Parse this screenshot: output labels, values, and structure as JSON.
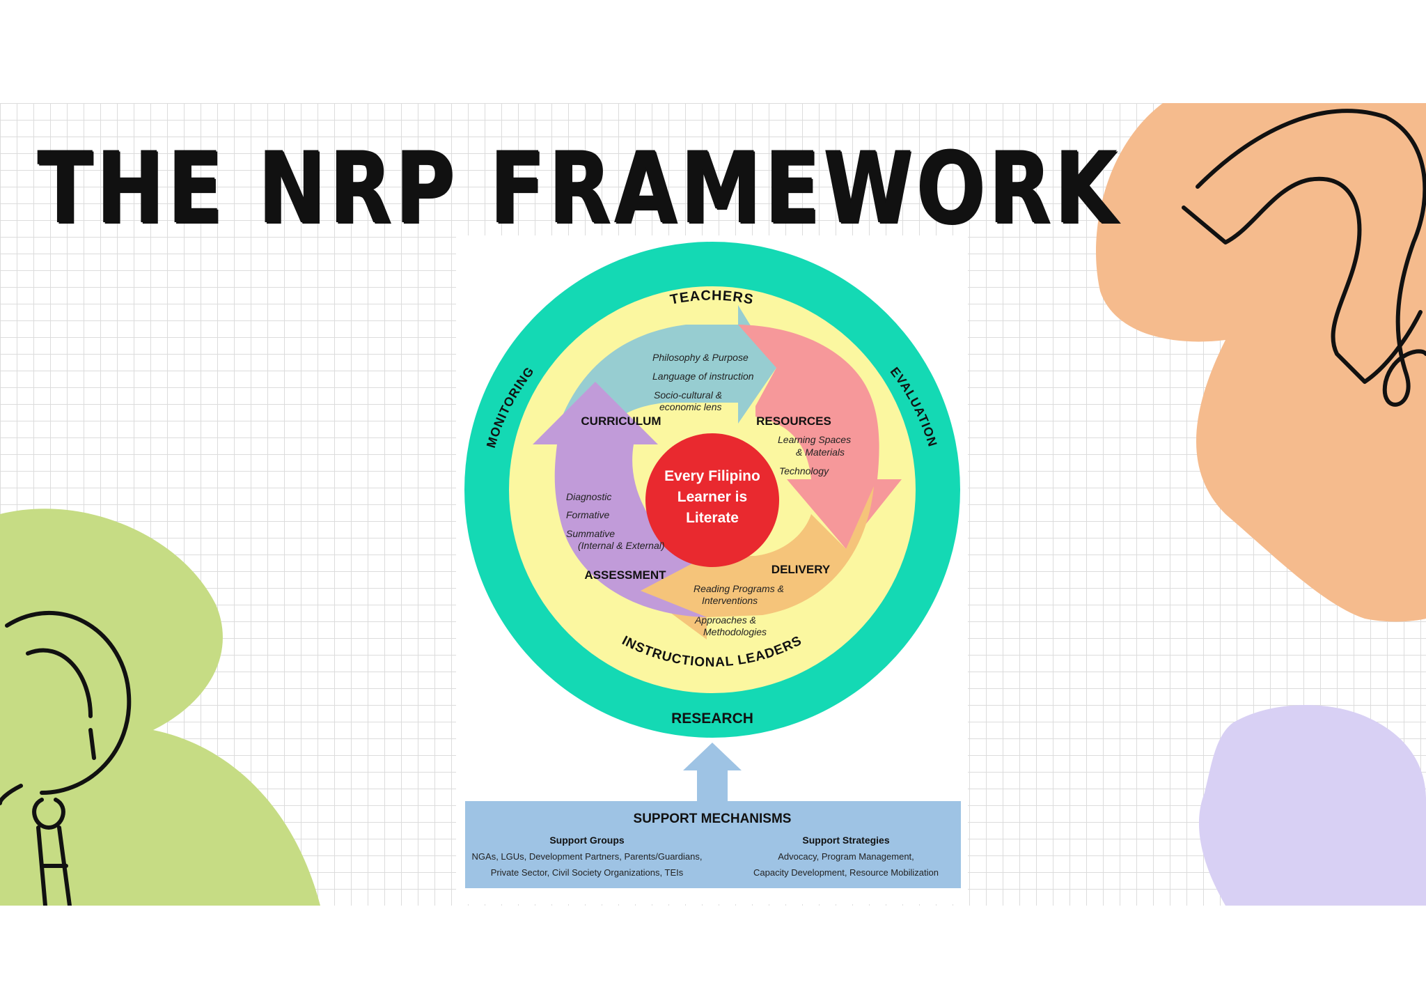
{
  "title": "THE NRP FRAMEWORK",
  "center": {
    "line1": "Every Filipino",
    "line2": "Learner is",
    "line3": "Literate"
  },
  "outer_ring": {
    "monitoring": "MONITORING",
    "evaluation": "EVALUATION",
    "research": "RESEARCH"
  },
  "middle_ring": {
    "teachers": "TEACHERS",
    "instructional_leaders": "INSTRUCTIONAL LEADERS"
  },
  "sections": {
    "curriculum": {
      "label": "CURRICULUM",
      "items": [
        "Philosophy & Purpose",
        "Language of instruction",
        "Socio-cultural &",
        "economic lens"
      ]
    },
    "resources": {
      "label": "RESOURCES",
      "items": [
        "Learning Spaces",
        "& Materials",
        "Technology"
      ]
    },
    "delivery": {
      "label": "DELIVERY",
      "items": [
        "Reading Programs &",
        "Interventions",
        "Approaches &",
        "Methodologies"
      ]
    },
    "assessment": {
      "label": "ASSESSMENT",
      "items": [
        "Diagnostic",
        "Formative",
        "Summative",
        "(Internal & External)"
      ]
    }
  },
  "support": {
    "title": "SUPPORT MECHANISMS",
    "groups": {
      "heading": "Support Groups",
      "line1": "NGAs, LGUs, Development Partners, Parents/Guardians,",
      "line2": "Private Sector, Civil Society Organizations, TEIs"
    },
    "strategies": {
      "heading": "Support Strategies",
      "line1": "Advocacy, Program Management,",
      "line2": "Capacity Development, Resource Mobilization"
    }
  },
  "colors": {
    "outer_ring": "#14d9b4",
    "middle_ring": "#fbf7a0",
    "curriculum": "#97cdd1",
    "resources": "#f6989a",
    "delivery": "#f5c47a",
    "assessment": "#c19bd9",
    "center": "#e9292f",
    "support_box": "#9ec3e4",
    "support_arrow": "#9ec3e4",
    "blob_orange": "#f5bb8d",
    "blob_green": "#c6dc84",
    "blob_purple": "#d8d0f4"
  }
}
